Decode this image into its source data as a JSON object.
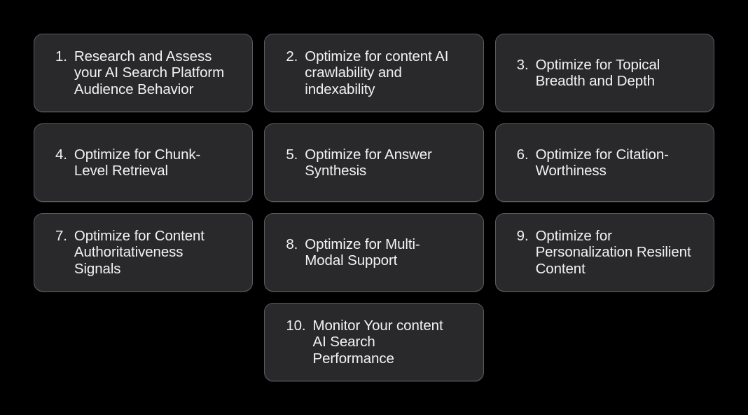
{
  "colors": {
    "page_background": "#000000",
    "card_background": "#29292b",
    "card_border": "#5b5b60",
    "text": "#f2f2f2"
  },
  "cards": [
    {
      "number": "1.",
      "label": "Research and Assess\nyour AI Search Platform\nAudience Behavior"
    },
    {
      "number": "2.",
      "label": "Optimize for content AI\ncrawlability and\nindexability"
    },
    {
      "number": "3.",
      "label": "Optimize for Topical\nBreadth and Depth"
    },
    {
      "number": "4.",
      "label": "Optimize for Chunk-\nLevel Retrieval"
    },
    {
      "number": "5.",
      "label": "Optimize for Answer\nSynthesis"
    },
    {
      "number": "6.",
      "label": "Optimize for Citation-\nWorthiness"
    },
    {
      "number": "7.",
      "label": "Optimize for Content\nAuthoritativeness\nSignals"
    },
    {
      "number": "8.",
      "label": "Optimize for Multi-\nModal Support"
    },
    {
      "number": "9.",
      "label": "Optimize for\nPersonalization Resilient\nContent"
    },
    {
      "number": "10.",
      "label": "Monitor Your content\nAI Search\nPerformance"
    }
  ]
}
